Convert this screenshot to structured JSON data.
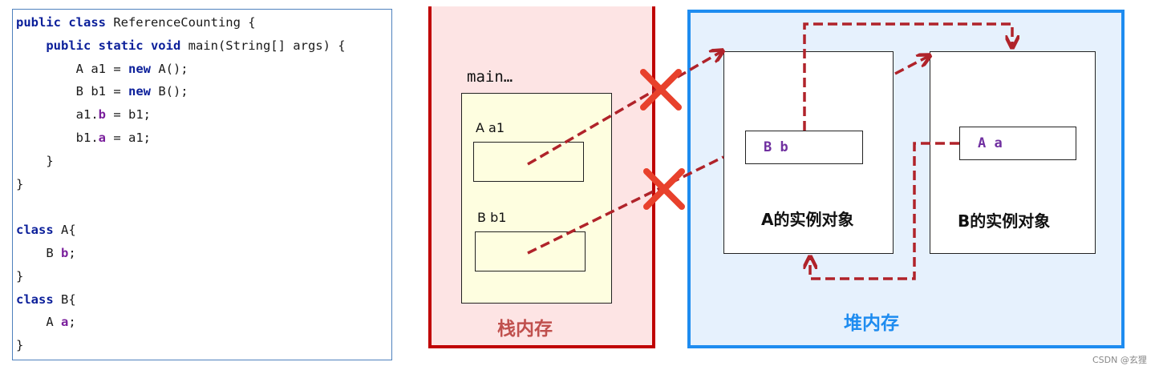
{
  "code": {
    "lines": [
      [
        {
          "t": "public class",
          "c": "kw"
        },
        {
          "t": " ReferenceCounting {",
          "c": ""
        }
      ],
      [
        {
          "t": "    ",
          "c": ""
        },
        {
          "t": "public static void",
          "c": "kw"
        },
        {
          "t": " main(String[] args) {",
          "c": ""
        }
      ],
      [
        {
          "t": "        A a1 = ",
          "c": ""
        },
        {
          "t": "new",
          "c": "kw"
        },
        {
          "t": " A();",
          "c": ""
        }
      ],
      [
        {
          "t": "        B b1 = ",
          "c": ""
        },
        {
          "t": "new",
          "c": "kw"
        },
        {
          "t": " B();",
          "c": ""
        }
      ],
      [
        {
          "t": "        a1.",
          "c": ""
        },
        {
          "t": "b",
          "c": "fld"
        },
        {
          "t": " = b1;",
          "c": ""
        }
      ],
      [
        {
          "t": "        b1.",
          "c": ""
        },
        {
          "t": "a",
          "c": "fld"
        },
        {
          "t": " = a1;",
          "c": ""
        }
      ],
      [
        {
          "t": "    }",
          "c": ""
        }
      ],
      [
        {
          "t": "}",
          "c": ""
        }
      ],
      [],
      [
        {
          "t": "class",
          "c": "kw"
        },
        {
          "t": " A{",
          "c": ""
        }
      ],
      [
        {
          "t": "    B ",
          "c": ""
        },
        {
          "t": "b",
          "c": "fld"
        },
        {
          "t": ";",
          "c": ""
        }
      ],
      [
        {
          "t": "}",
          "c": ""
        }
      ],
      [
        {
          "t": "class",
          "c": "kw"
        },
        {
          "t": " B{",
          "c": ""
        }
      ],
      [
        {
          "t": "    A ",
          "c": ""
        },
        {
          "t": "a",
          "c": "fld"
        },
        {
          "t": ";",
          "c": ""
        }
      ],
      [
        {
          "t": "}",
          "c": ""
        }
      ]
    ]
  },
  "stack": {
    "frame_title": "main…",
    "var_a1": "A   a1",
    "var_b1": "B   b1",
    "region_label": "栈内存",
    "region_color": "#c0504d"
  },
  "heap": {
    "object_a_label": "A的实例对象",
    "object_b_label": "B的实例对象",
    "field_b": "B  b",
    "field_a": "A  a",
    "region_label": "堆内存",
    "region_color": "#1e8cf0"
  },
  "colors": {
    "arrow": "#b0232a",
    "cross": "#e8412c",
    "field_text": "#7030a0"
  },
  "watermark": "CSDN @玄狸"
}
